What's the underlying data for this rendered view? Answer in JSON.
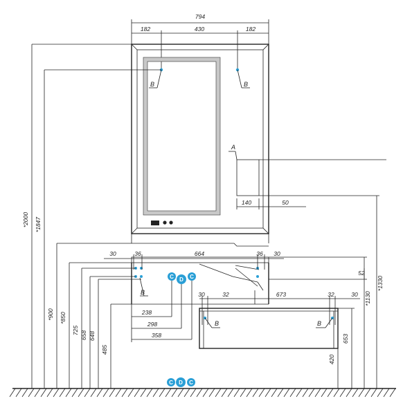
{
  "dims": {
    "top_width": "794",
    "top_left": "182",
    "top_mid": "430",
    "top_right": "182",
    "v_2000": "*2000",
    "v_1847": "*1847",
    "v_900": "*900",
    "v_850": "*850",
    "v_725": "725",
    "v_658": "658",
    "v_648": "648",
    "v_485": "485",
    "v_1330": "*1330",
    "v_1130": "*1130",
    "v_653": "653",
    "v_420": "420",
    "v_52": "52",
    "mid_30_left": "30",
    "mid_36_left": "36",
    "mid_664": "664",
    "mid_36_right": "36",
    "mid_30_right": "30",
    "h_140": "140",
    "h_50": "50",
    "low_30": "30",
    "low_32_left": "32",
    "low_673": "673",
    "low_32_right": "32",
    "low_30_right": "30",
    "h_238": "238",
    "h_298": "298",
    "h_358": "358"
  },
  "labels": {
    "b_top_left": "B",
    "b_top_right": "B",
    "a_label": "A",
    "b_mid": "B",
    "b_low_left": "B",
    "b_low_right": "B"
  },
  "badges": {
    "mid": [
      "C",
      "D",
      "C"
    ],
    "bottom": [
      "C",
      "D",
      "C"
    ]
  },
  "colors": {
    "badge": "#2a9fd6",
    "line": "#222222",
    "mirror_glow": "#c8c8c8"
  }
}
